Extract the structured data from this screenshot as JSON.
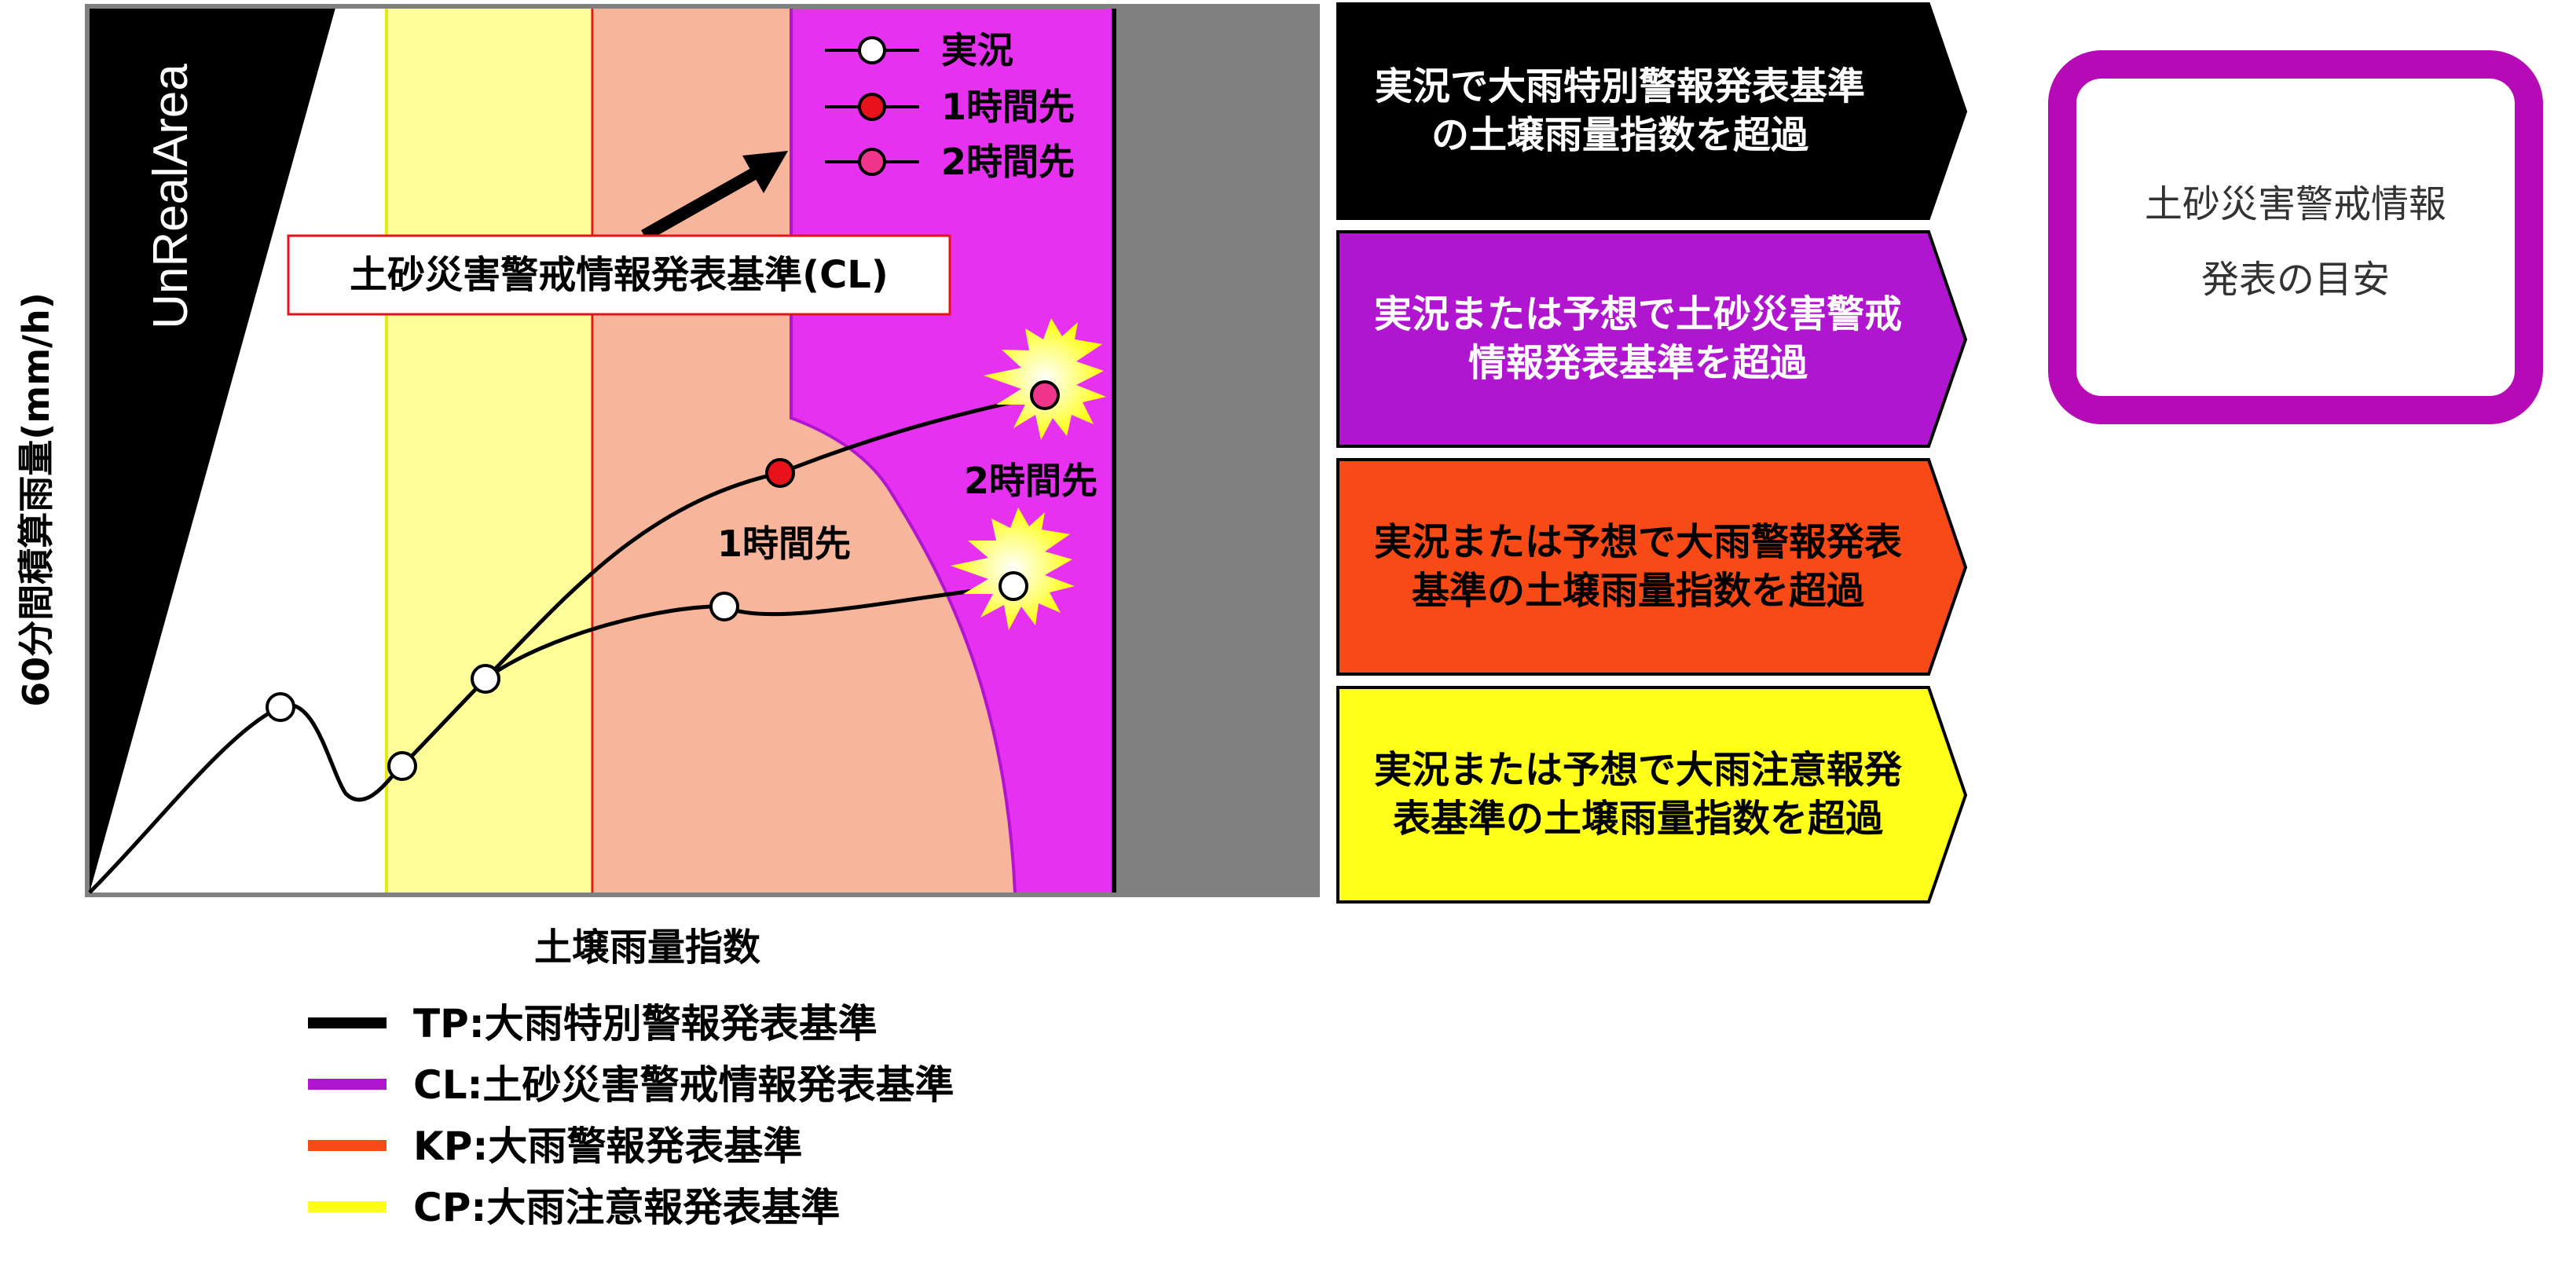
{
  "chart": {
    "ylabel": "60分間積算雨量(mm/h)",
    "xlabel": "土壌雨量指数",
    "unreal_label": "UnRealArea",
    "cl_callout": "土砂災害警戒情報発表基準(CL)",
    "label_1h": "1時間先",
    "label_2h": "2時間先",
    "key": [
      {
        "label": "実況",
        "fill": "#ffffff"
      },
      {
        "label": "1時間先",
        "fill": "#e8121a"
      },
      {
        "label": "2時間先",
        "fill": "#f0358c"
      }
    ],
    "colors": {
      "unreal": "#000000",
      "cp_zone": "#ffff99",
      "kp_zone": "#f7b59b",
      "cl_zone": "#e632f0",
      "outside": "#808080"
    }
  },
  "arrows": [
    {
      "line1": "実況で大雨特別警報発表基準",
      "line2": "の土壌雨量指数を超過",
      "fill": "#000000",
      "text_color": "#ffffff"
    },
    {
      "line1": "実況または予想で土砂災害警戒",
      "line2": "情報発表基準を超過",
      "fill": "#b015d0",
      "text_color": "#ffffff"
    },
    {
      "line1": "実況または予想で大雨警報発表",
      "line2": "基準の土壌雨量指数を超過",
      "fill": "#f74a16",
      "text_color": "#000000"
    },
    {
      "line1": "実況または予想で大雨注意報発",
      "line2": "表基準の土壌雨量指数を超過",
      "fill": "#ffff1a",
      "text_color": "#000000"
    }
  ],
  "guide_box": {
    "line1": "土砂災害警戒情報",
    "line2": "発表の目安",
    "border_color": "#b50ab5"
  },
  "legend": [
    {
      "label": "TP:大雨特別警報発表基準",
      "color": "#000000"
    },
    {
      "label": "CL:土砂災害警戒情報発表基準",
      "color": "#b015d0"
    },
    {
      "label": "KP:大雨警報発表基準",
      "color": "#f74a16"
    },
    {
      "label": "CP:大雨注意報発表基準",
      "color": "#ffff1a"
    }
  ]
}
